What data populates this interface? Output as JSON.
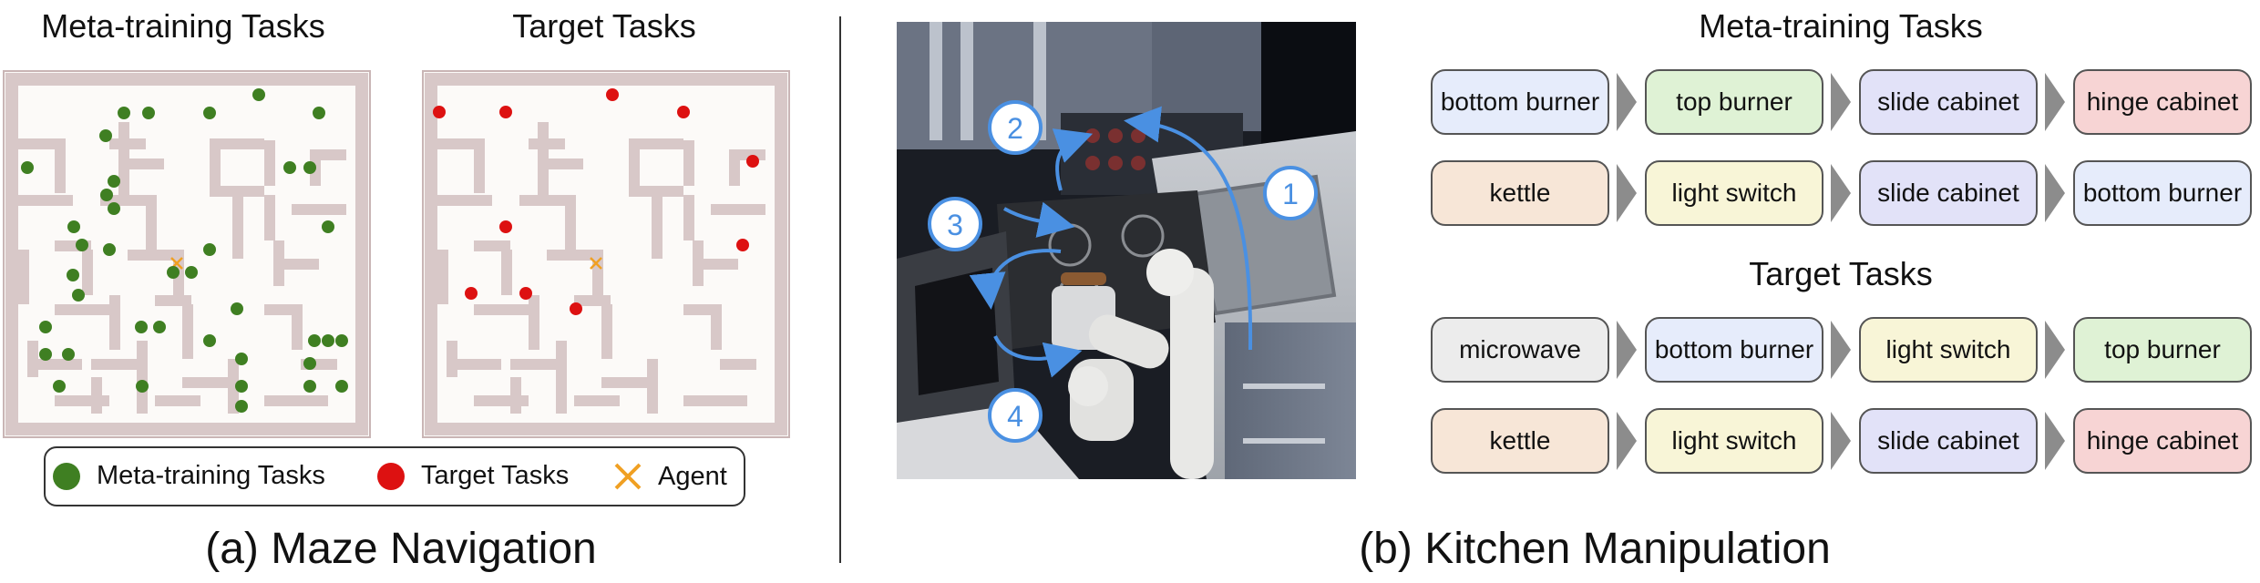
{
  "maze": {
    "meta_title": "Meta-training Tasks",
    "target_title": "Target Tasks",
    "legend": [
      {
        "key": "meta",
        "label": "Meta-training Tasks",
        "color": "#3f7f22"
      },
      {
        "key": "target",
        "label": "Target Tasks",
        "color": "#dd1111"
      },
      {
        "key": "agent",
        "label": "Agent",
        "color": "#f0a023"
      }
    ],
    "caption": "(a) Maze Navigation",
    "wall_color": "#d8c8c8",
    "floor_color": "#fcfaf8",
    "border_color": "#c9b5b5"
  },
  "kitchen": {
    "caption": "(b) Kitchen Manipulation",
    "step_labels": [
      "1",
      "2",
      "3",
      "4"
    ],
    "arrow_color": "#4a90e2",
    "meta_title": "Meta-training Tasks",
    "target_title": "Target Tasks",
    "meta_rows": [
      [
        "bottom burner",
        "top burner",
        "slide cabinet",
        "hinge cabinet"
      ],
      [
        "kettle",
        "light switch",
        "slide cabinet",
        "bottom burner"
      ]
    ],
    "target_rows": [
      [
        "microwave",
        "bottom burner",
        "light switch",
        "top burner"
      ],
      [
        "kettle",
        "light switch",
        "slide cabinet",
        "hinge cabinet"
      ]
    ],
    "task_colors": {
      "bottom burner": "#e6ecfb",
      "top burner": "#dff2d5",
      "slide cabinet": "#e2e2f8",
      "hinge cabinet": "#f7d4d4",
      "kettle": "#f7e6d7",
      "light switch": "#f8f5d7",
      "microwave": "#ececec"
    }
  }
}
